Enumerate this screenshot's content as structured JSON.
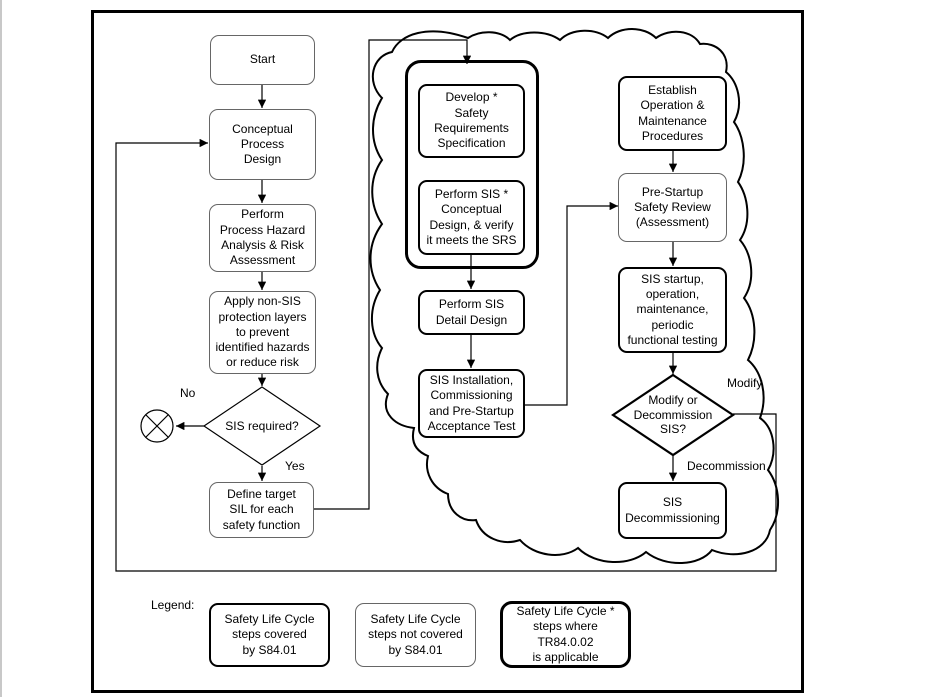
{
  "nodes": {
    "start": "Start",
    "conceptual_process_design": "Conceptual\nProcess\nDesign",
    "process_hazard_analysis": "Perform\nProcess Hazard\nAnalysis & Risk\nAssessment",
    "non_sis_layers": "Apply non-SIS\nprotection layers\nto prevent\nidentified hazards\nor reduce risk",
    "sis_required": "SIS required?",
    "define_target_sil": "Define target\nSIL for each\nsafety function",
    "develop_srs": "Develop  *\nSafety\nRequirements\nSpecification",
    "conceptual_design": "Perform SIS  *\nConceptual\nDesign, & verify\nit meets the SRS",
    "detail_design": "Perform SIS\nDetail Design",
    "installation": "SIS Installation,\nCommissioning\nand Pre-Startup\nAcceptance Test",
    "establish_procedures": "Establish\nOperation &\nMaintenance\nProcedures",
    "pre_startup_review": "Pre-Startup\nSafety Review\n(Assessment)",
    "startup_operation": "SIS startup,\noperation,\nmaintenance,\nperiodic\nfunctional testing",
    "modify_decommission": "Modify or\nDecommission\nSIS?",
    "decommissioning": "SIS\nDecommissioning"
  },
  "edge_labels": {
    "no": "No",
    "yes": "Yes",
    "modify": "Modify",
    "decommission": "Decommission"
  },
  "legend": {
    "title": "Legend:",
    "covered": "Safety Life Cycle\nsteps covered\nby S84.01",
    "not_covered": "Safety Life Cycle\nsteps not covered\nby S84.01",
    "tr_applicable": "Safety Life Cycle *\nsteps where\nTR84.0.02\nis applicable"
  },
  "icons": {
    "end_symbol": "circled-x-icon"
  }
}
